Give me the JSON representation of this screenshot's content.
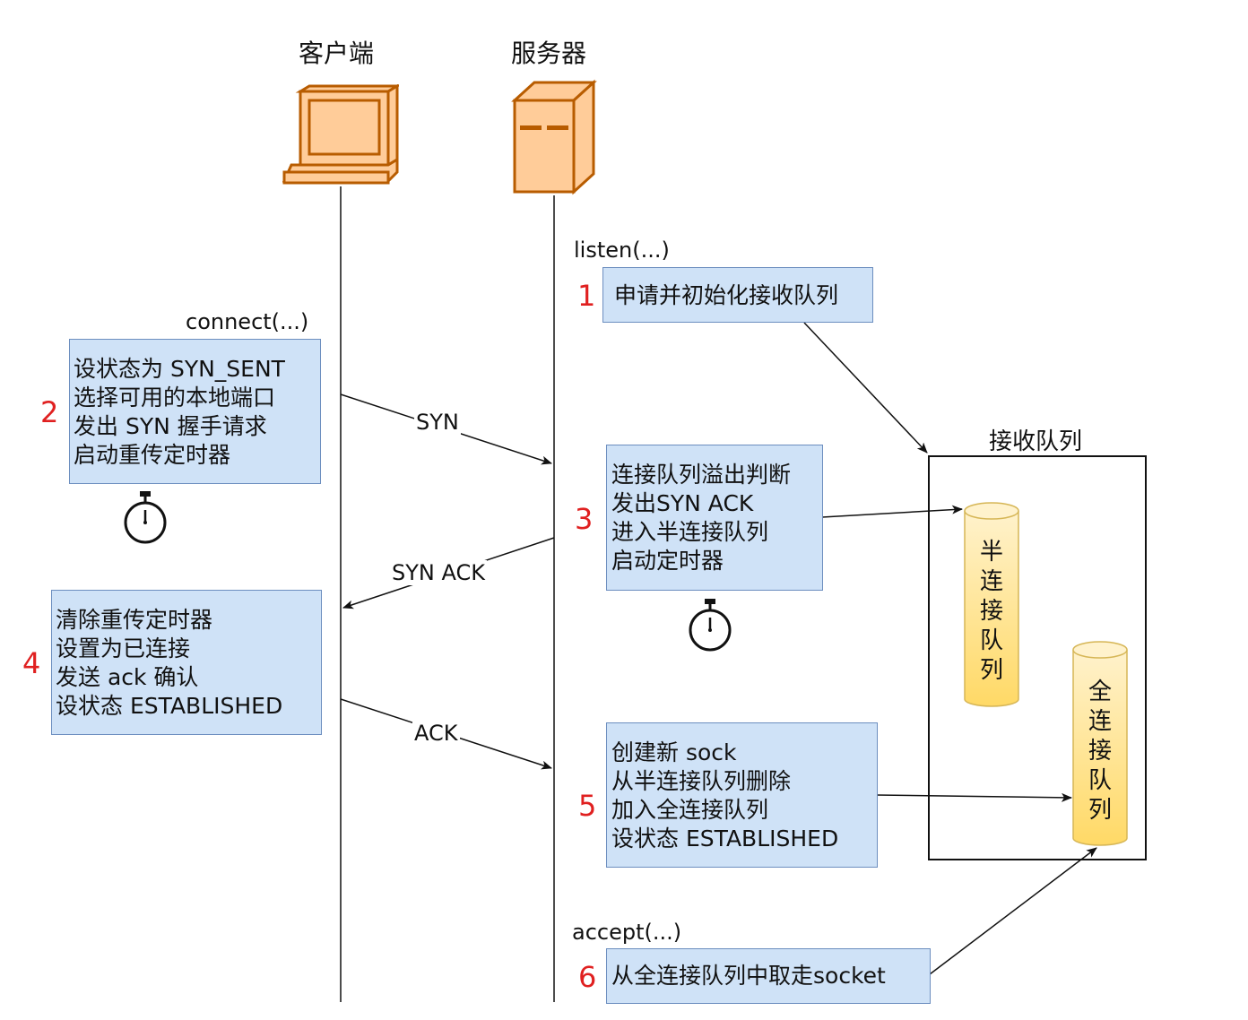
{
  "headers": {
    "client": "客户端",
    "server": "服务器"
  },
  "calls": {
    "listen": "listen(...)",
    "connect": "connect(...)",
    "accept": "accept(...)"
  },
  "steps": [
    {
      "num": "1",
      "lines": [
        "申请并初始化接收队列"
      ]
    },
    {
      "num": "2",
      "lines": [
        "设状态为 SYN_SENT",
        "选择可用的本地端口",
        "发出 SYN 握手请求",
        "启动重传定时器"
      ]
    },
    {
      "num": "3",
      "lines": [
        "连接队列溢出判断",
        "发出SYN ACK",
        "进入半连接队列",
        "启动定时器"
      ]
    },
    {
      "num": "4",
      "lines": [
        "清除重传定时器",
        "设置为已连接",
        "发送 ack 确认",
        "设状态 ESTABLISHED"
      ]
    },
    {
      "num": "5",
      "lines": [
        "创建新 sock",
        "从半连接队列删除",
        "加入全连接队列",
        "设状态 ESTABLISHED"
      ]
    },
    {
      "num": "6",
      "lines": [
        "从全连接队列中取走socket"
      ]
    }
  ],
  "messages": {
    "syn": "SYN",
    "synack": "SYN ACK",
    "ack": "ACK"
  },
  "queue": {
    "title": "接收队列",
    "half": [
      "半",
      "连",
      "接",
      "队",
      "列"
    ],
    "full": [
      "全",
      "连",
      "接",
      "队",
      "列"
    ]
  },
  "icons": {
    "client": "computer-icon",
    "server": "server-icon",
    "timer": "stopwatch-icon"
  },
  "colors": {
    "box_fill": "#cfe2f7",
    "box_border": "#6c8ebf",
    "step_number": "#e02020",
    "device_fill": "#ffcc99",
    "device_border": "#b85c00",
    "cylinder_top": "#fff2cc",
    "cylinder_bottom": "#ffd966"
  }
}
